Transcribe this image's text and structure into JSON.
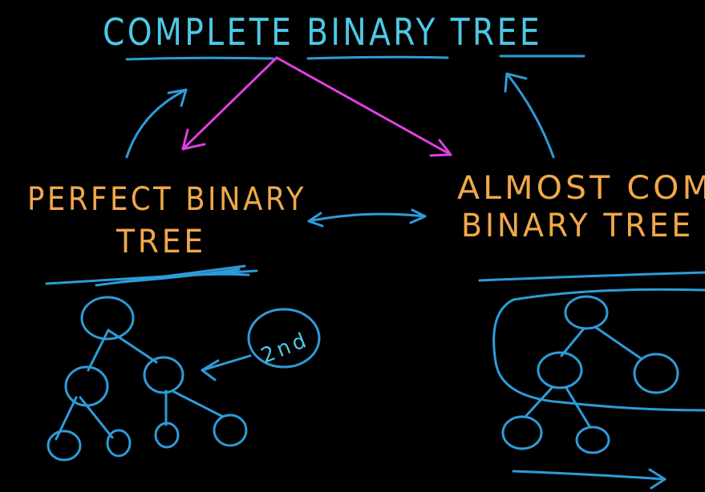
{
  "title": "COMPLETE BINARY TREE",
  "left_label": {
    "line1": "PERFECT BINARY",
    "line2": "TREE"
  },
  "right_label": {
    "line1": "ALMOST COM",
    "line2": "BINARY TREE"
  },
  "note": "2nd",
  "colors": {
    "background": "#000000",
    "title": "#4ec8e6",
    "labels": "#f0a84a",
    "arrows_blue": "#2f9bd8",
    "arrows_magenta": "#e040e0"
  }
}
